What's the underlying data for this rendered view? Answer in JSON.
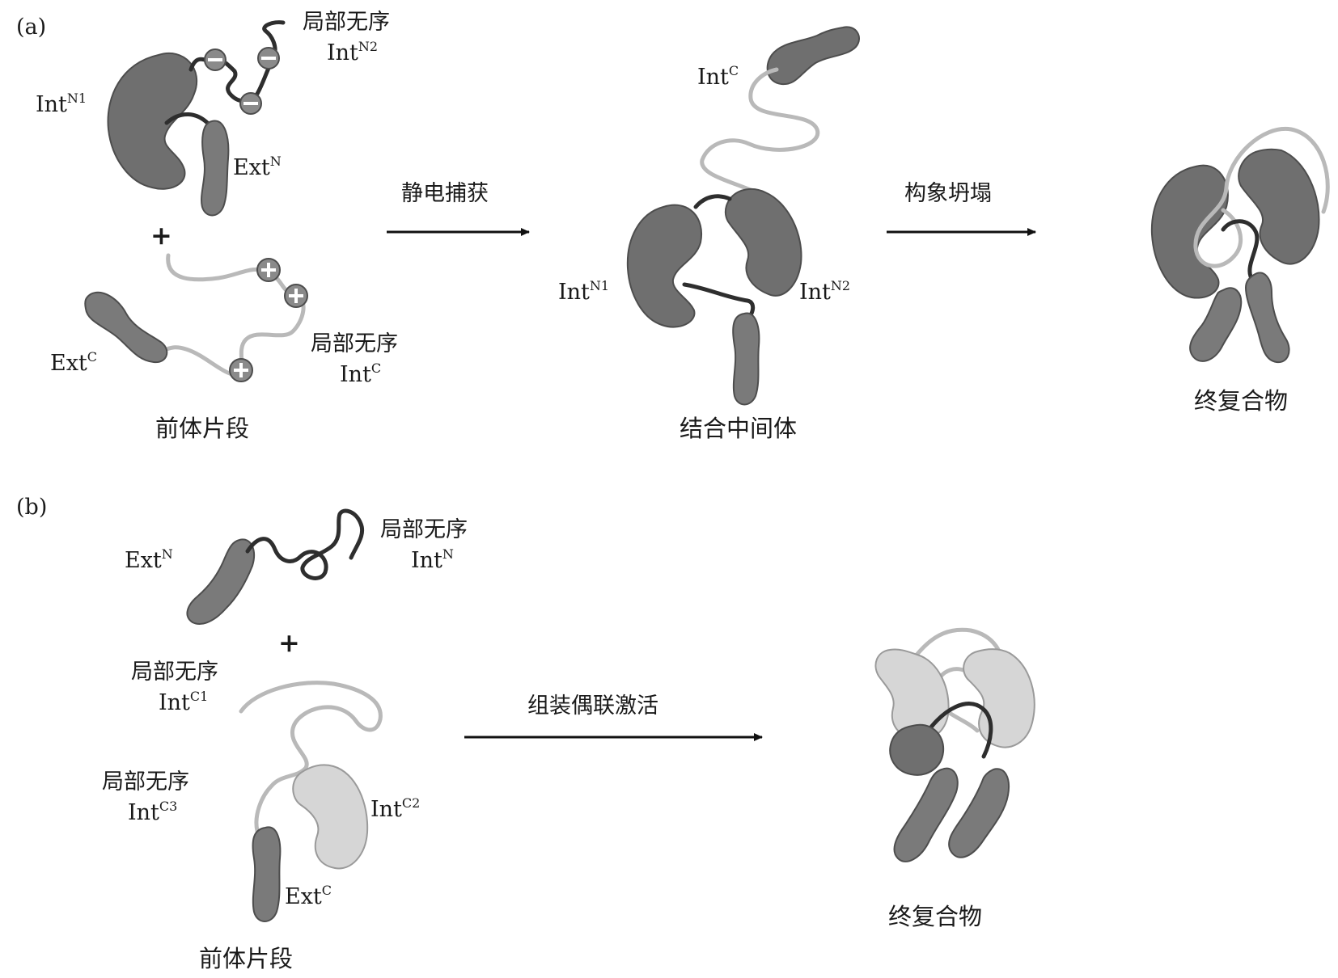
{
  "colors": {
    "dark_domain": "#6f6f6f",
    "dark_domain_stroke": "#4d4d4d",
    "ext_domain": "#7a7a7a",
    "light_domain": "#d6d6d6",
    "light_domain_stroke": "#9a9a9a",
    "dark_linker": "#2e2e2e",
    "light_linker": "#b9b9b9",
    "charge_fill": "#8a8a8a",
    "arrow": "#111111"
  },
  "panel_a": {
    "label": "(a)",
    "precursor": {
      "intn1": {
        "base": "Int",
        "sup": "N1"
      },
      "disordered_intn2_title": "局部无序",
      "intn2": {
        "base": "Int",
        "sup": "N2"
      },
      "extn": {
        "base": "Ext",
        "sup": "N"
      },
      "plus": "+",
      "extc": {
        "base": "Ext",
        "sup": "C"
      },
      "disordered_intc_title": "局部无序",
      "intc": {
        "base": "Int",
        "sup": "C"
      },
      "caption": "前体片段"
    },
    "arrow1_label": "静电捕获",
    "intermediate": {
      "intc": {
        "base": "Int",
        "sup": "C"
      },
      "intn1": {
        "base": "Int",
        "sup": "N1"
      },
      "intn2": {
        "base": "Int",
        "sup": "N2"
      },
      "caption": "结合中间体"
    },
    "arrow2_label": "构象坍塌",
    "final_caption": "终复合物"
  },
  "panel_b": {
    "label": "(b)",
    "precursor": {
      "extn": {
        "base": "Ext",
        "sup": "N"
      },
      "disordered_intn_title": "局部无序",
      "intn": {
        "base": "Int",
        "sup": "N"
      },
      "plus": "+",
      "disordered_intc1_title": "局部无序",
      "intc1": {
        "base": "Int",
        "sup": "C1"
      },
      "disordered_intc3_title": "局部无序",
      "intc3": {
        "base": "Int",
        "sup": "C3"
      },
      "intc2": {
        "base": "Int",
        "sup": "C2"
      },
      "extc": {
        "base": "Ext",
        "sup": "C"
      },
      "caption": "前体片段"
    },
    "arrow_label": "组装偶联激活",
    "final_caption": "终复合物"
  }
}
